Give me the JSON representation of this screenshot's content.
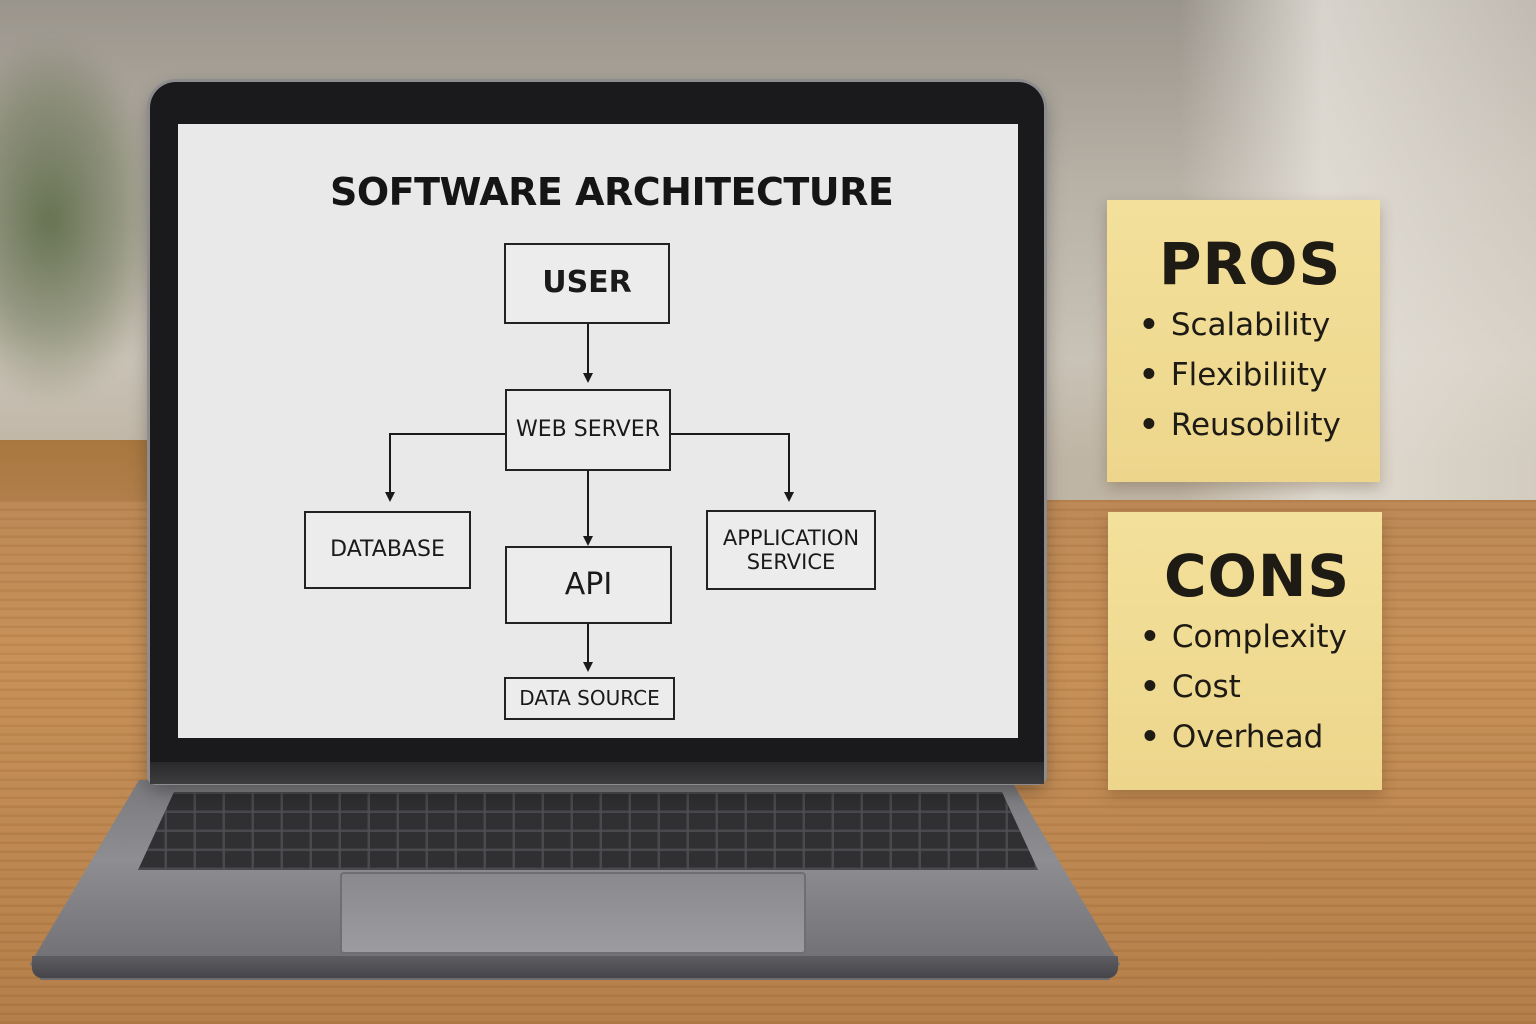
{
  "diagram": {
    "title": "SOFTWARE ARCHITECTURE",
    "nodes": {
      "user": "USER",
      "web_server": "WEB SERVER",
      "database": "DATABASE",
      "api": "API",
      "application_service": "APPLICATION\nSERVICE",
      "data_source": "DATA SOURCE"
    },
    "edges": [
      {
        "from": "user",
        "to": "web_server"
      },
      {
        "from": "web_server",
        "to": "database"
      },
      {
        "from": "web_server",
        "to": "api"
      },
      {
        "from": "web_server",
        "to": "application_service"
      },
      {
        "from": "api",
        "to": "data_source"
      }
    ]
  },
  "notes": {
    "pros": {
      "title": "PROS",
      "items": [
        "Scalability",
        "Flexibiliity",
        "Reusobility"
      ]
    },
    "cons": {
      "title": "CONS",
      "items": [
        "Complexity",
        "Cost",
        "Overhead"
      ]
    }
  },
  "colors": {
    "note_yellow": "#efd98f",
    "laptop_bezel": "#1a1a1c",
    "screen_bg": "#e9e9ea",
    "desk_wood": "#c48d55"
  }
}
